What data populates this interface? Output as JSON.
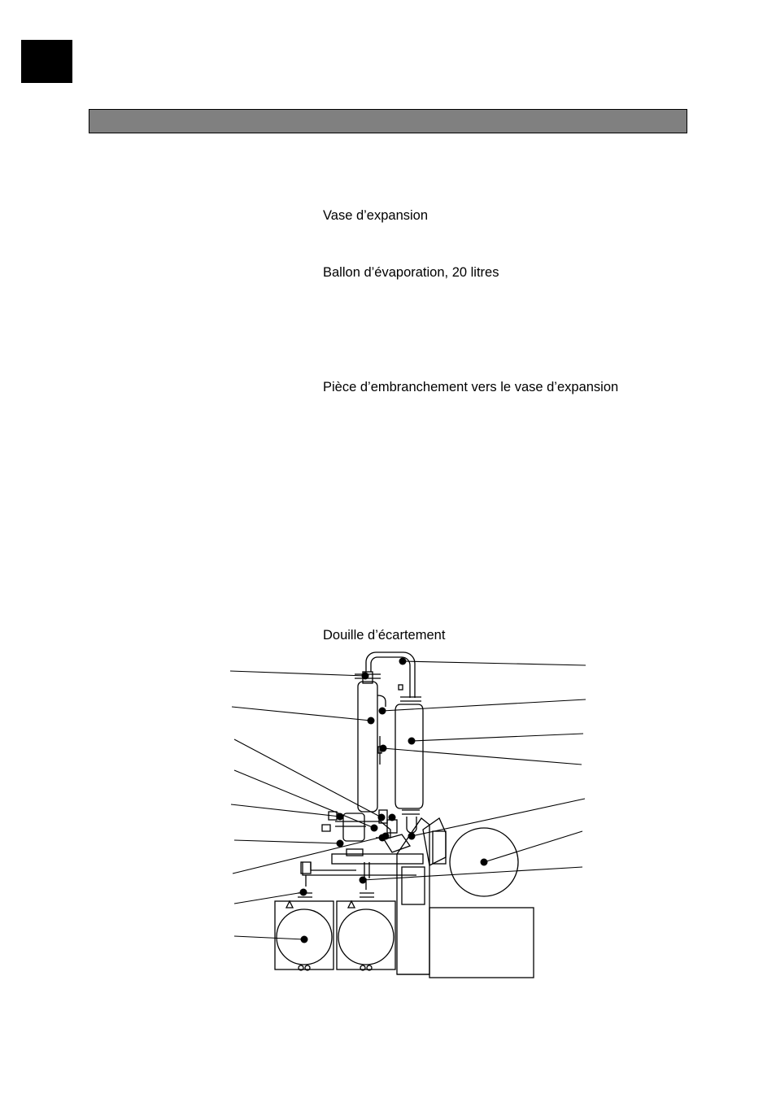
{
  "parts": [
    "Vase d’expansion",
    "Ballon d’évaporation, 20 litres",
    "Pièce d’embranchement vers le vase d’expansion",
    "Douille d’écartement"
  ],
  "colors": {
    "corner_block": "#000000",
    "header_bar": "#808080",
    "line": "#000000"
  }
}
